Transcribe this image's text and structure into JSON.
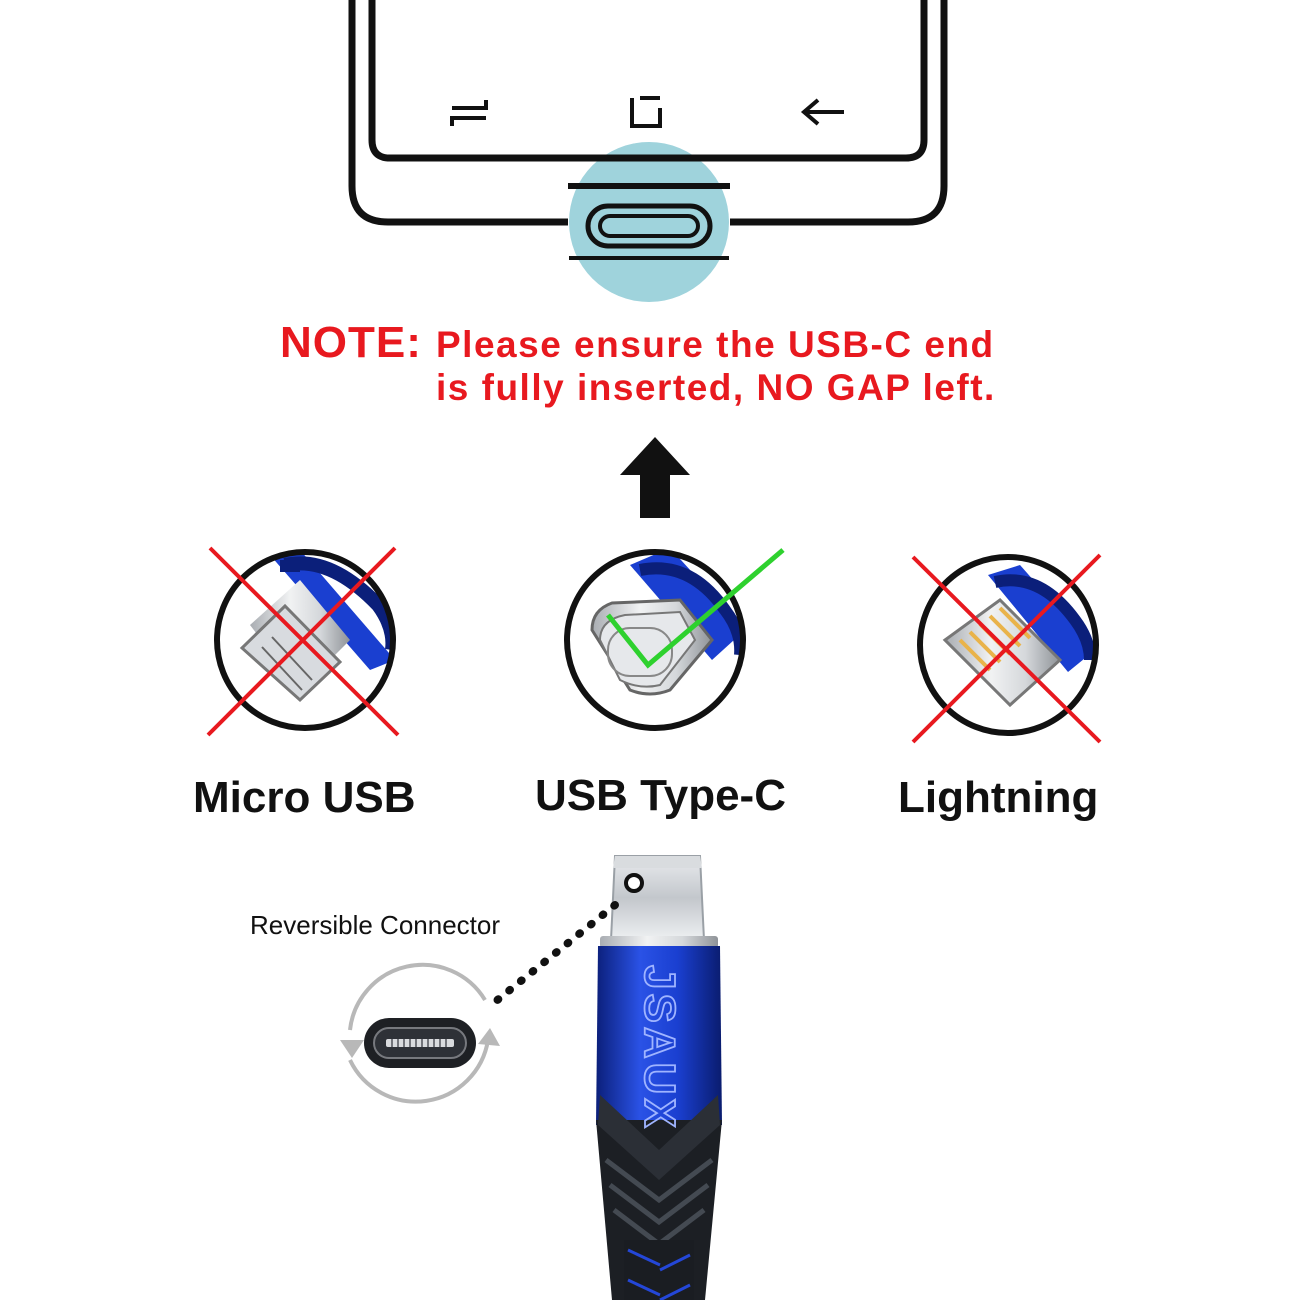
{
  "note": {
    "label": "NOTE:",
    "line1": "Please ensure the USB-C end",
    "line2": "is fully inserted, NO GAP left."
  },
  "connectors": [
    {
      "name": "Micro USB",
      "status": "incompatible",
      "mark": "red-cross"
    },
    {
      "name": "USB Type-C",
      "status": "compatible",
      "mark": "green-check"
    },
    {
      "name": "Lightning",
      "status": "incompatible",
      "mark": "red-cross"
    }
  ],
  "callout": {
    "label": "Reversible Connector"
  },
  "cable": {
    "brand": "JSAUX"
  },
  "phone_nav_icons": [
    "recent-apps-icon",
    "home-icon",
    "back-icon"
  ],
  "colors": {
    "note_red": "#e8191f",
    "cross_red": "#e8191f",
    "check_green": "#2ed12e",
    "cable_blue": "#1a3fd0",
    "port_highlight": "#9fd3dc"
  }
}
